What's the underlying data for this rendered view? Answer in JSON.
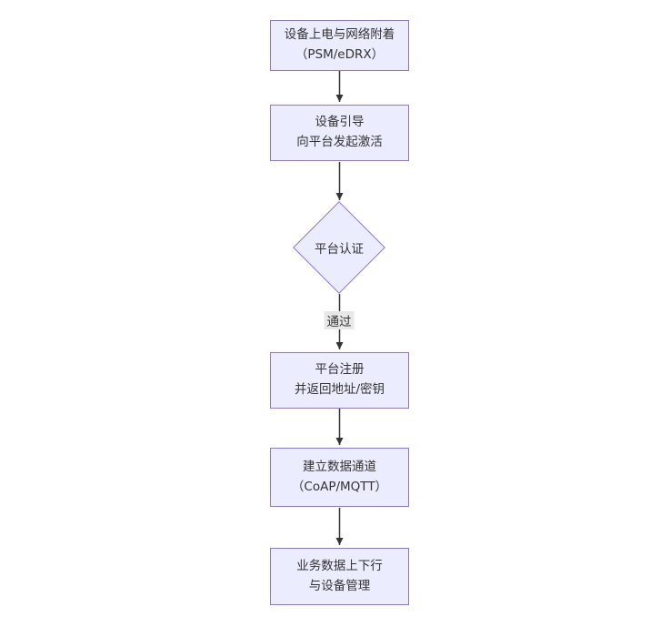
{
  "diagram": {
    "type": "flowchart-top-down",
    "colors": {
      "node_fill": "#ECECFF",
      "node_border": "#9370DB",
      "text": "#333333",
      "arrow": "#333333",
      "edge_label_bg": "#e8e8e8"
    },
    "nodes": [
      {
        "id": "power-attach",
        "shape": "rect",
        "line1": "设备上电与网络附着",
        "line2": "（PSM/eDRX）"
      },
      {
        "id": "bootstrap-activate",
        "shape": "rect",
        "line1": "设备引导",
        "line2": "向平台发起激活"
      },
      {
        "id": "platform-auth",
        "shape": "diamond",
        "line1": "平台认证"
      },
      {
        "id": "platform-register",
        "shape": "rect",
        "line1": "平台注册",
        "line2": "并返回地址/密钥"
      },
      {
        "id": "data-channel",
        "shape": "rect",
        "line1": "建立数据通道",
        "line2": "（CoAP/MQTT）"
      },
      {
        "id": "business-data",
        "shape": "rect",
        "line1": "业务数据上下行",
        "line2": "与设备管理"
      }
    ],
    "edges": [
      {
        "from": "power-attach",
        "to": "bootstrap-activate",
        "label": ""
      },
      {
        "from": "bootstrap-activate",
        "to": "platform-auth",
        "label": ""
      },
      {
        "from": "platform-auth",
        "to": "platform-register",
        "label": "通过"
      },
      {
        "from": "platform-register",
        "to": "data-channel",
        "label": ""
      },
      {
        "from": "data-channel",
        "to": "business-data",
        "label": ""
      }
    ]
  }
}
